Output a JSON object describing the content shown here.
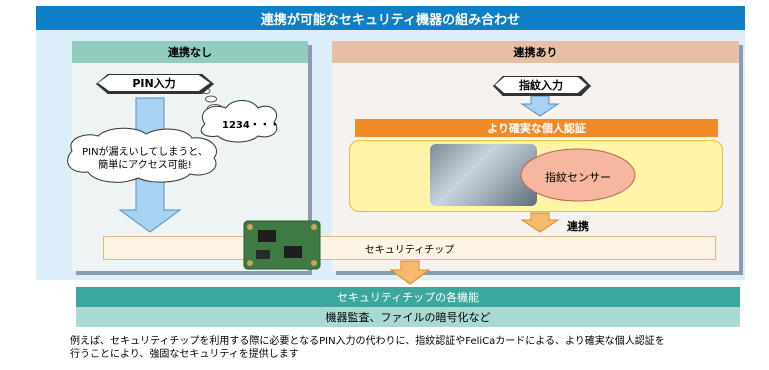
{
  "title": "連携が可能なセキュリティ機器の組み合わせ",
  "left_panel": {
    "header": "連携なし",
    "pin_label": "PIN入力",
    "thought_text": "1234・・・",
    "warning_line1": "PINが漏えいしてしまうと、",
    "warning_line2": "簡単にアクセス可能!"
  },
  "right_panel": {
    "header": "連携あり",
    "fingerprint_label": "指紋入力",
    "auth_bar": "より確実な個人認証",
    "sensor_label": "指紋センサー",
    "link_label": "連携"
  },
  "chip_bar_label": "セキュリティチップ",
  "features_header": "セキュリティチップの各機能",
  "features_detail": "機器監査、ファイルの暗号化など",
  "footer_line1": "例えば、セキュリティチップを利用する際に必要となるPIN入力の代わりに、指紋認証やFeliCaカードによる、より確実な個人認証を",
  "footer_line2": "行うことにより、強固なセキュリティを提供します",
  "colors": {
    "title_bg": "#0e7fc4",
    "arrow_blue": "#a7d2f2",
    "arrow_orange": "#f8b96a",
    "auth_orange": "#f28a26",
    "teal": "#3aa89c"
  }
}
